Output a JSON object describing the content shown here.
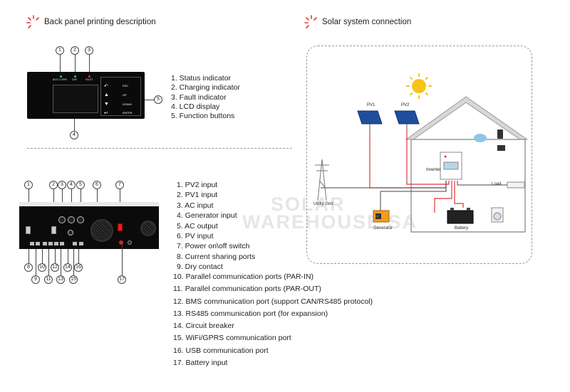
{
  "sections": {
    "back_panel_title": "Back panel printing description",
    "solar_title": "Solar system connection"
  },
  "front_panel": {
    "indicators": [
      "BAG.COMM",
      "DSE",
      "FAULT"
    ],
    "buttons": [
      "ESC",
      "UP",
      "DOWN",
      "ENTER"
    ],
    "callouts": [
      "1",
      "2",
      "3",
      "4",
      "5"
    ]
  },
  "front_list": [
    "1.  Status indicator",
    "2.  Charging indicator",
    "3.  Fault indicator",
    "4.  LCD display",
    "5.  Function buttons"
  ],
  "back_panel": {
    "callouts_top": [
      "1",
      "2",
      "3",
      "4",
      "5",
      "6",
      "7"
    ],
    "callouts_bottom": [
      "8",
      "9",
      "10",
      "11",
      "12",
      "13",
      "14",
      "15",
      "16",
      "17"
    ]
  },
  "back_list": [
    "1.  PV2  input",
    "2.  PV1 input",
    "3.  AC  input",
    "4.  Generator input",
    "5.  AC output",
    "6.  PV input",
    "7.  Power on\\off switch",
    "8.  Current sharing ports",
    "9.  Dry contact",
    "10.  Parallel communication ports (PAR-IN)",
    "11.  Parallel communication ports (PAR-OUT)",
    "12.  BMS communication port (support CAN/RS485 protocol)",
    "13.  RS485 communication port (for expansion)",
    "14.  Circuit breaker",
    "15.  WiFi/GPRS communication port",
    "16.  USB communication port",
    "17.  Battery input"
  ],
  "solar_system": {
    "pv1": "PV1",
    "pv2": "PV2",
    "inverter": "Inverter",
    "utility_grid": "Utility Grid",
    "generator": "Generator",
    "battery": "Battery",
    "load": "Load"
  },
  "watermark": {
    "line1": "SOLAR",
    "line2": "WAREHOUSE SA"
  },
  "colors": {
    "accent": "#e8332f",
    "sun": "#f7c21a",
    "panel_blue": "#1f4f9c",
    "wire_red": "#e0353a"
  }
}
